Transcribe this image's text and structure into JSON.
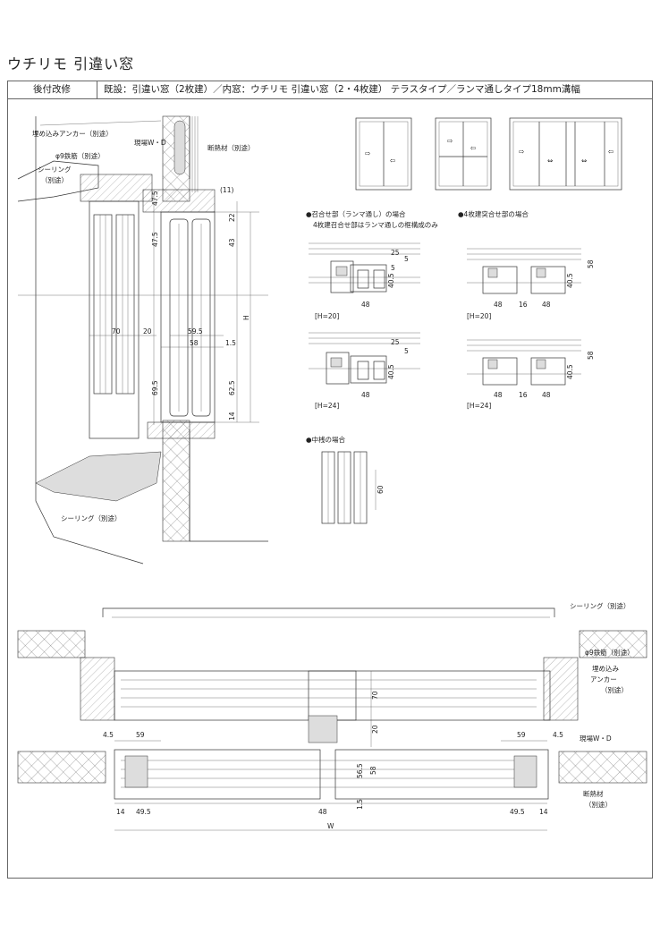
{
  "title": "ウチリモ 引違い窓",
  "header": {
    "category": "後付改修",
    "description": "既設：引違い窓（2枚建）／内窓：ウチリモ 引違い窓（2・4枚建） テラスタイプ／ランマ通しタイプ18mm溝幅"
  },
  "vertical_section": {
    "labels": {
      "anchor": "埋め込みアンカー（別途）",
      "wd": "現場W・D",
      "insulation": "断熱材（別途）",
      "rebar": "φ9鉄筋（別途）",
      "sealing": "シーリング",
      "sealing_sub": "（別途）",
      "sealing_bottom": "シーリング（別途）"
    },
    "dims": {
      "d11": "(11)",
      "d47_5a": "47.5",
      "d22": "22",
      "d43": "43",
      "d47_5b": "47.5",
      "H": "H",
      "d70": "70",
      "d20": "20",
      "d59_5": "59.5",
      "d58": "58",
      "d1_5": "1.5",
      "d69_5": "69.5",
      "d62_5": "62.5",
      "d14": "14"
    }
  },
  "details": {
    "meeting_title": "●召合せ部（ランマ通し）の場合",
    "meeting_note": "4枚建召合せ部はランマ通しの框構成のみ",
    "butt_title": "●4枚建突合せ部の場合",
    "mullion_title": "●中桟の場合",
    "d25": "25",
    "d5": "5",
    "d40_5": "40.5",
    "d48": "48",
    "d58": "58",
    "d16": "16",
    "d60": "60",
    "h20": "[H=20]",
    "h24": "[H=24]"
  },
  "horizontal_section": {
    "labels": {
      "sealing": "シーリング（別途）",
      "rebar": "φ9鉄筋（別途）",
      "anchor1": "埋め込み",
      "anchor2": "アンカー",
      "anchor3": "（別途）",
      "wd": "現場W・D",
      "insulation": "断熱材",
      "insulation_sub": "（別途）"
    },
    "dims": {
      "d4_5": "4.5",
      "d59": "59",
      "d70": "70",
      "d20": "20",
      "d56_5": "56.5",
      "d58": "58",
      "d1_5": "1.5",
      "d14": "14",
      "d49_5": "49.5",
      "d48": "48",
      "W": "W"
    }
  }
}
